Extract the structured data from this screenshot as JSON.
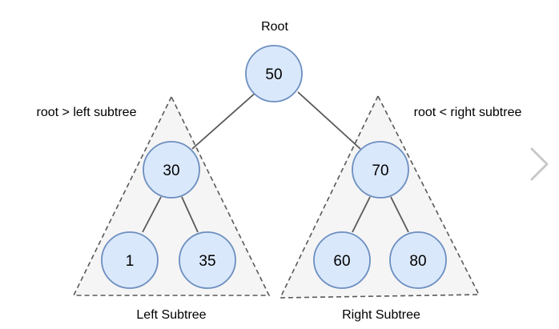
{
  "colors": {
    "background": "#ffffff",
    "node_fill": "#dae8fc",
    "node_stroke": "#6c8ebf",
    "edge": "#595959",
    "subtree_fill": "#f5f5f5",
    "subtree_stroke": "#595959",
    "chevron": "#c8c8c8"
  },
  "labels": {
    "root": "Root",
    "left_rule": "root > left subtree",
    "right_rule": "root < right subtree",
    "left_subtree": "Left Subtree",
    "right_subtree": "Right Subtree"
  },
  "nodes": {
    "root": "50",
    "left": "30",
    "right": "70",
    "left_left": "1",
    "left_right": "35",
    "right_left": "60",
    "right_right": "80"
  },
  "icons": {
    "next": "chevron-right-icon"
  }
}
